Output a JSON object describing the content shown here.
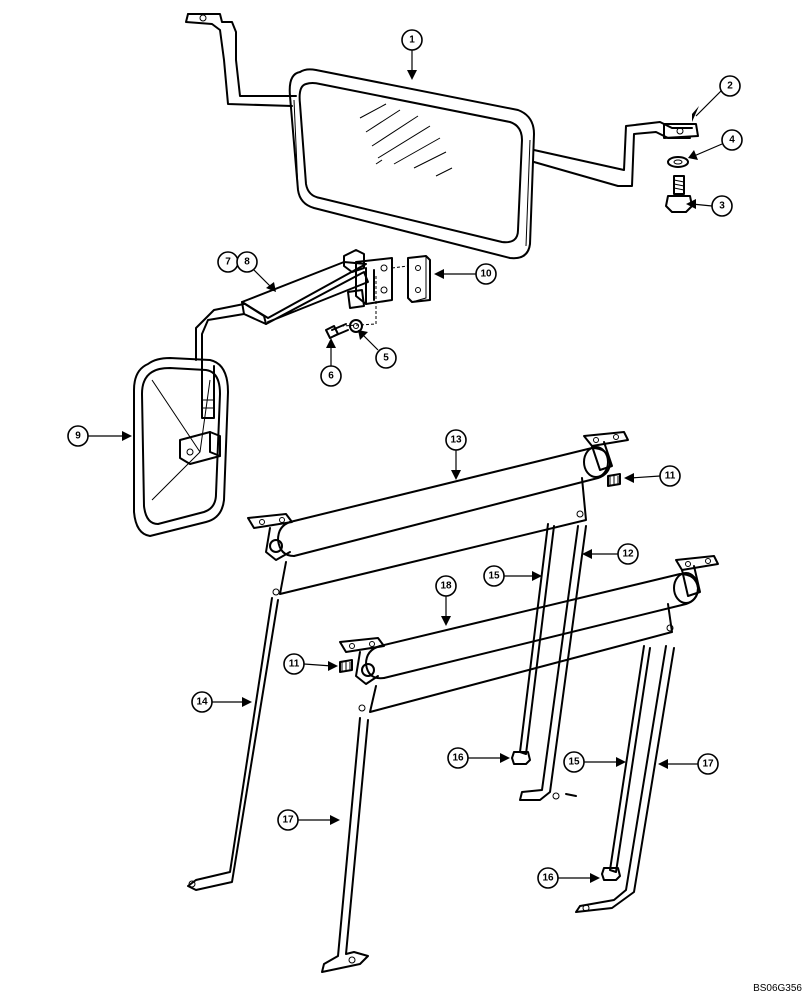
{
  "figure": {
    "reference_code": "BS06G356"
  },
  "callouts": [
    {
      "id": "c1",
      "label": "1"
    },
    {
      "id": "c2",
      "label": "2"
    },
    {
      "id": "c3",
      "label": "3"
    },
    {
      "id": "c4",
      "label": "4"
    },
    {
      "id": "c5",
      "label": "5"
    },
    {
      "id": "c6",
      "label": "6"
    },
    {
      "id": "c7",
      "label": "7"
    },
    {
      "id": "c8",
      "label": "8"
    },
    {
      "id": "c9",
      "label": "9"
    },
    {
      "id": "c10",
      "label": "10"
    },
    {
      "id": "c11a",
      "label": "11"
    },
    {
      "id": "c11b",
      "label": "11"
    },
    {
      "id": "c12",
      "label": "12"
    },
    {
      "id": "c13",
      "label": "13"
    },
    {
      "id": "c14",
      "label": "14"
    },
    {
      "id": "c15a",
      "label": "15"
    },
    {
      "id": "c15b",
      "label": "15"
    },
    {
      "id": "c16a",
      "label": "16"
    },
    {
      "id": "c16b",
      "label": "16"
    },
    {
      "id": "c17a",
      "label": "17"
    },
    {
      "id": "c17b",
      "label": "17"
    },
    {
      "id": "c18",
      "label": "18"
    }
  ]
}
